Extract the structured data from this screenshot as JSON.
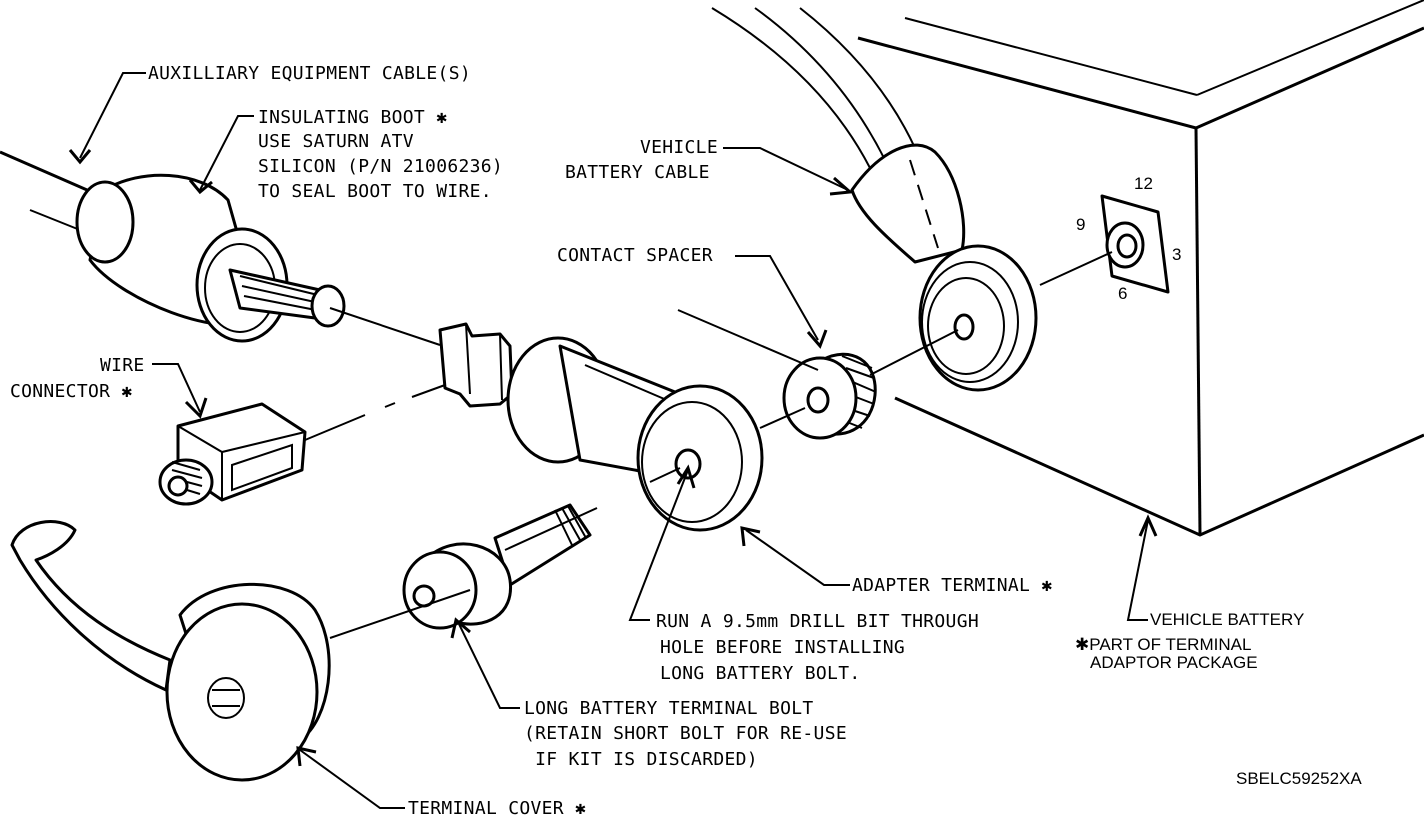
{
  "labels": {
    "aux_cable": "AUXILLIARY EQUIPMENT CABLE(S)",
    "boot_1": "INSULATING BOOT ✱",
    "boot_2": "USE SATURN ATV",
    "boot_3": "SILICON (P/N 21006236)",
    "boot_4": "TO SEAL BOOT TO WIRE.",
    "vbc_1": "VEHICLE",
    "vbc_2": "BATTERY CABLE",
    "spacer": "CONTACT SPACER",
    "wire_1": "WIRE",
    "wire_2": "CONNECTOR ✱",
    "adapter": "ADAPTER TERMINAL ✱",
    "drill_1": "RUN A 9.5mm DRILL BIT THROUGH",
    "drill_2": "HOLE BEFORE INSTALLING",
    "drill_3": "LONG BATTERY BOLT.",
    "vbat": "VEHICLE BATTERY",
    "pkg_1": "✱PART OF TERMINAL",
    "pkg_2": "ADAPTOR PACKAGE",
    "bolt_1": "LONG BATTERY TERMINAL BOLT",
    "bolt_2": "(RETAIN SHORT BOLT FOR RE-USE",
    "bolt_3": " IF KIT IS DISCARDED)",
    "cover": "TERMINAL COVER ✱",
    "code": "SBELC59252XA"
  },
  "clock_positions": {
    "n12": "12",
    "n9": "9",
    "n3": "3",
    "n6": "6"
  }
}
